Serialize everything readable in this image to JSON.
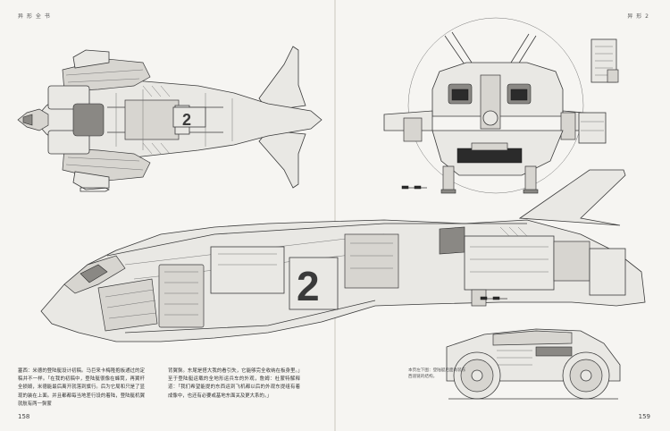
{
  "page_left": {
    "running_head": "异 形 全 书",
    "folio": "158",
    "body_text_1": "塞西：米德的登陆艇设计初稿。马巨来卡梅隆抱板通过的定稿并不一样。「在我的初稿中，登陆艇很像在蜂窝，再翼杆全损毁，米德能最后离开就落到旗行。后为它局和只是了显现的装在上面。并且都都每当地差行设的着陆，登陆艇机翼就航有两一鬓蒙"
  },
  "page_right": {
    "running_head": "异 形 2",
    "folio": "159",
    "body_text_2": "背翼鬓。东尾是搭大我的看引失，它能够完全收纳在板身里。」至于登陆艇运载的全地形运兵车的外观，詹姆：杜蒙特解释道：「我们希望能提的东西运到飞机都以后的外观东提组有着成像中，也还有必要或基地东面关及更大系的。」",
    "caption": "本页左下图：登陆艇后面尚装东西道链的结构。"
  },
  "drawings": {
    "top_view_number": "2",
    "side_view_number": "2"
  }
}
